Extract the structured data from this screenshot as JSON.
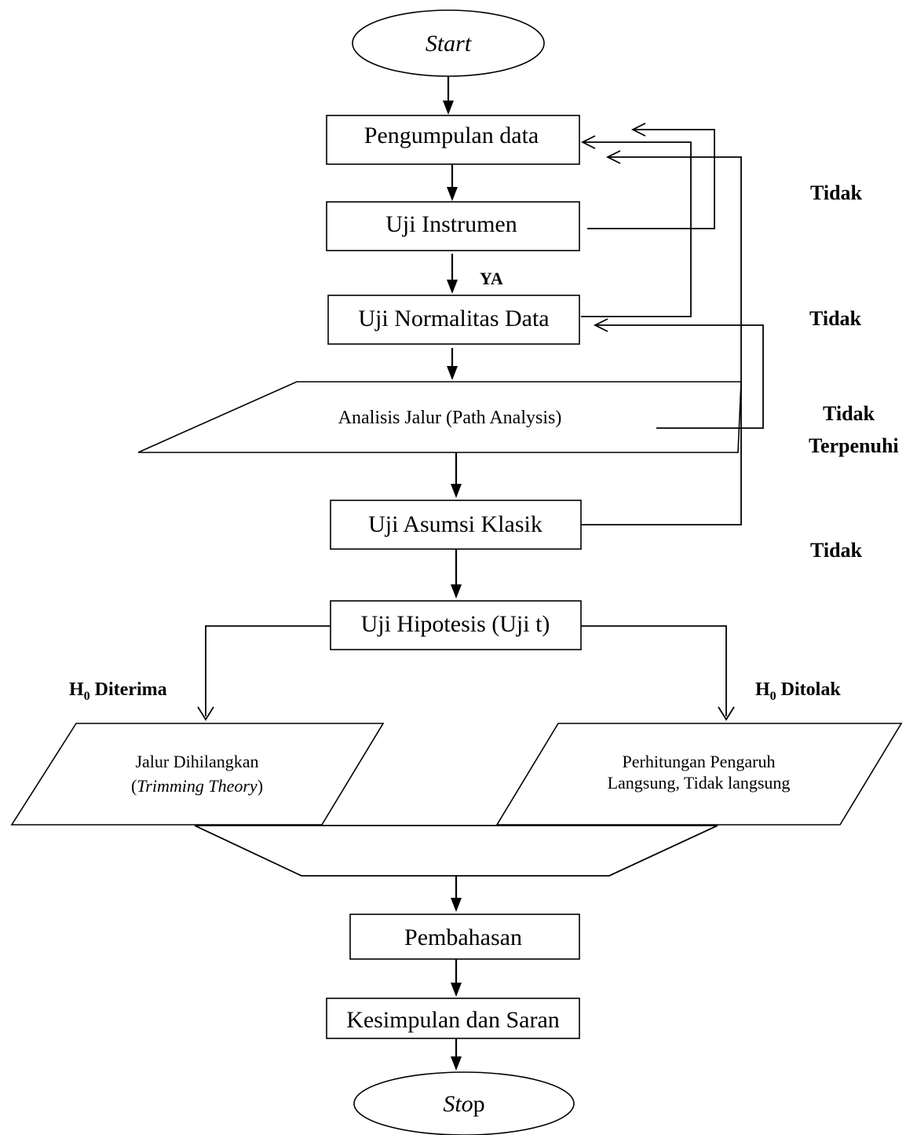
{
  "nodes": {
    "start": "Start",
    "collect": "Pengumpulan data",
    "instrument": "Uji Instrumen",
    "normality": "Uji Normalitas Data",
    "path_analysis": "Analisis Jalur (Path Analysis)",
    "classic": "Uji Asumsi Klasik",
    "hypothesis": "Uji Hipotesis (Uji t)",
    "trim_line1": "Jalur Dihilangkan",
    "trim_open": "(",
    "trim_italic": "Trimming Theory",
    "trim_close": ")",
    "effect_line1": "Perhitungan Pengaruh",
    "effect_line2": "Langsung, Tidak langsung",
    "discussion": "Pembahasan",
    "conclusion": "Kesimpulan dan Saran",
    "stop_italic": "Sto",
    "stop_rest": "p"
  },
  "labels": {
    "ya": "YA",
    "tidak_1": "Tidak",
    "tidak_2": "Tidak",
    "tidak_3": "Tidak",
    "terpenuhi": "Terpenuhi",
    "tidak_4": "Tidak",
    "h0": "H",
    "h0_sub": "0",
    "diterima": " Diterima",
    "ditolak": " Ditolak"
  }
}
